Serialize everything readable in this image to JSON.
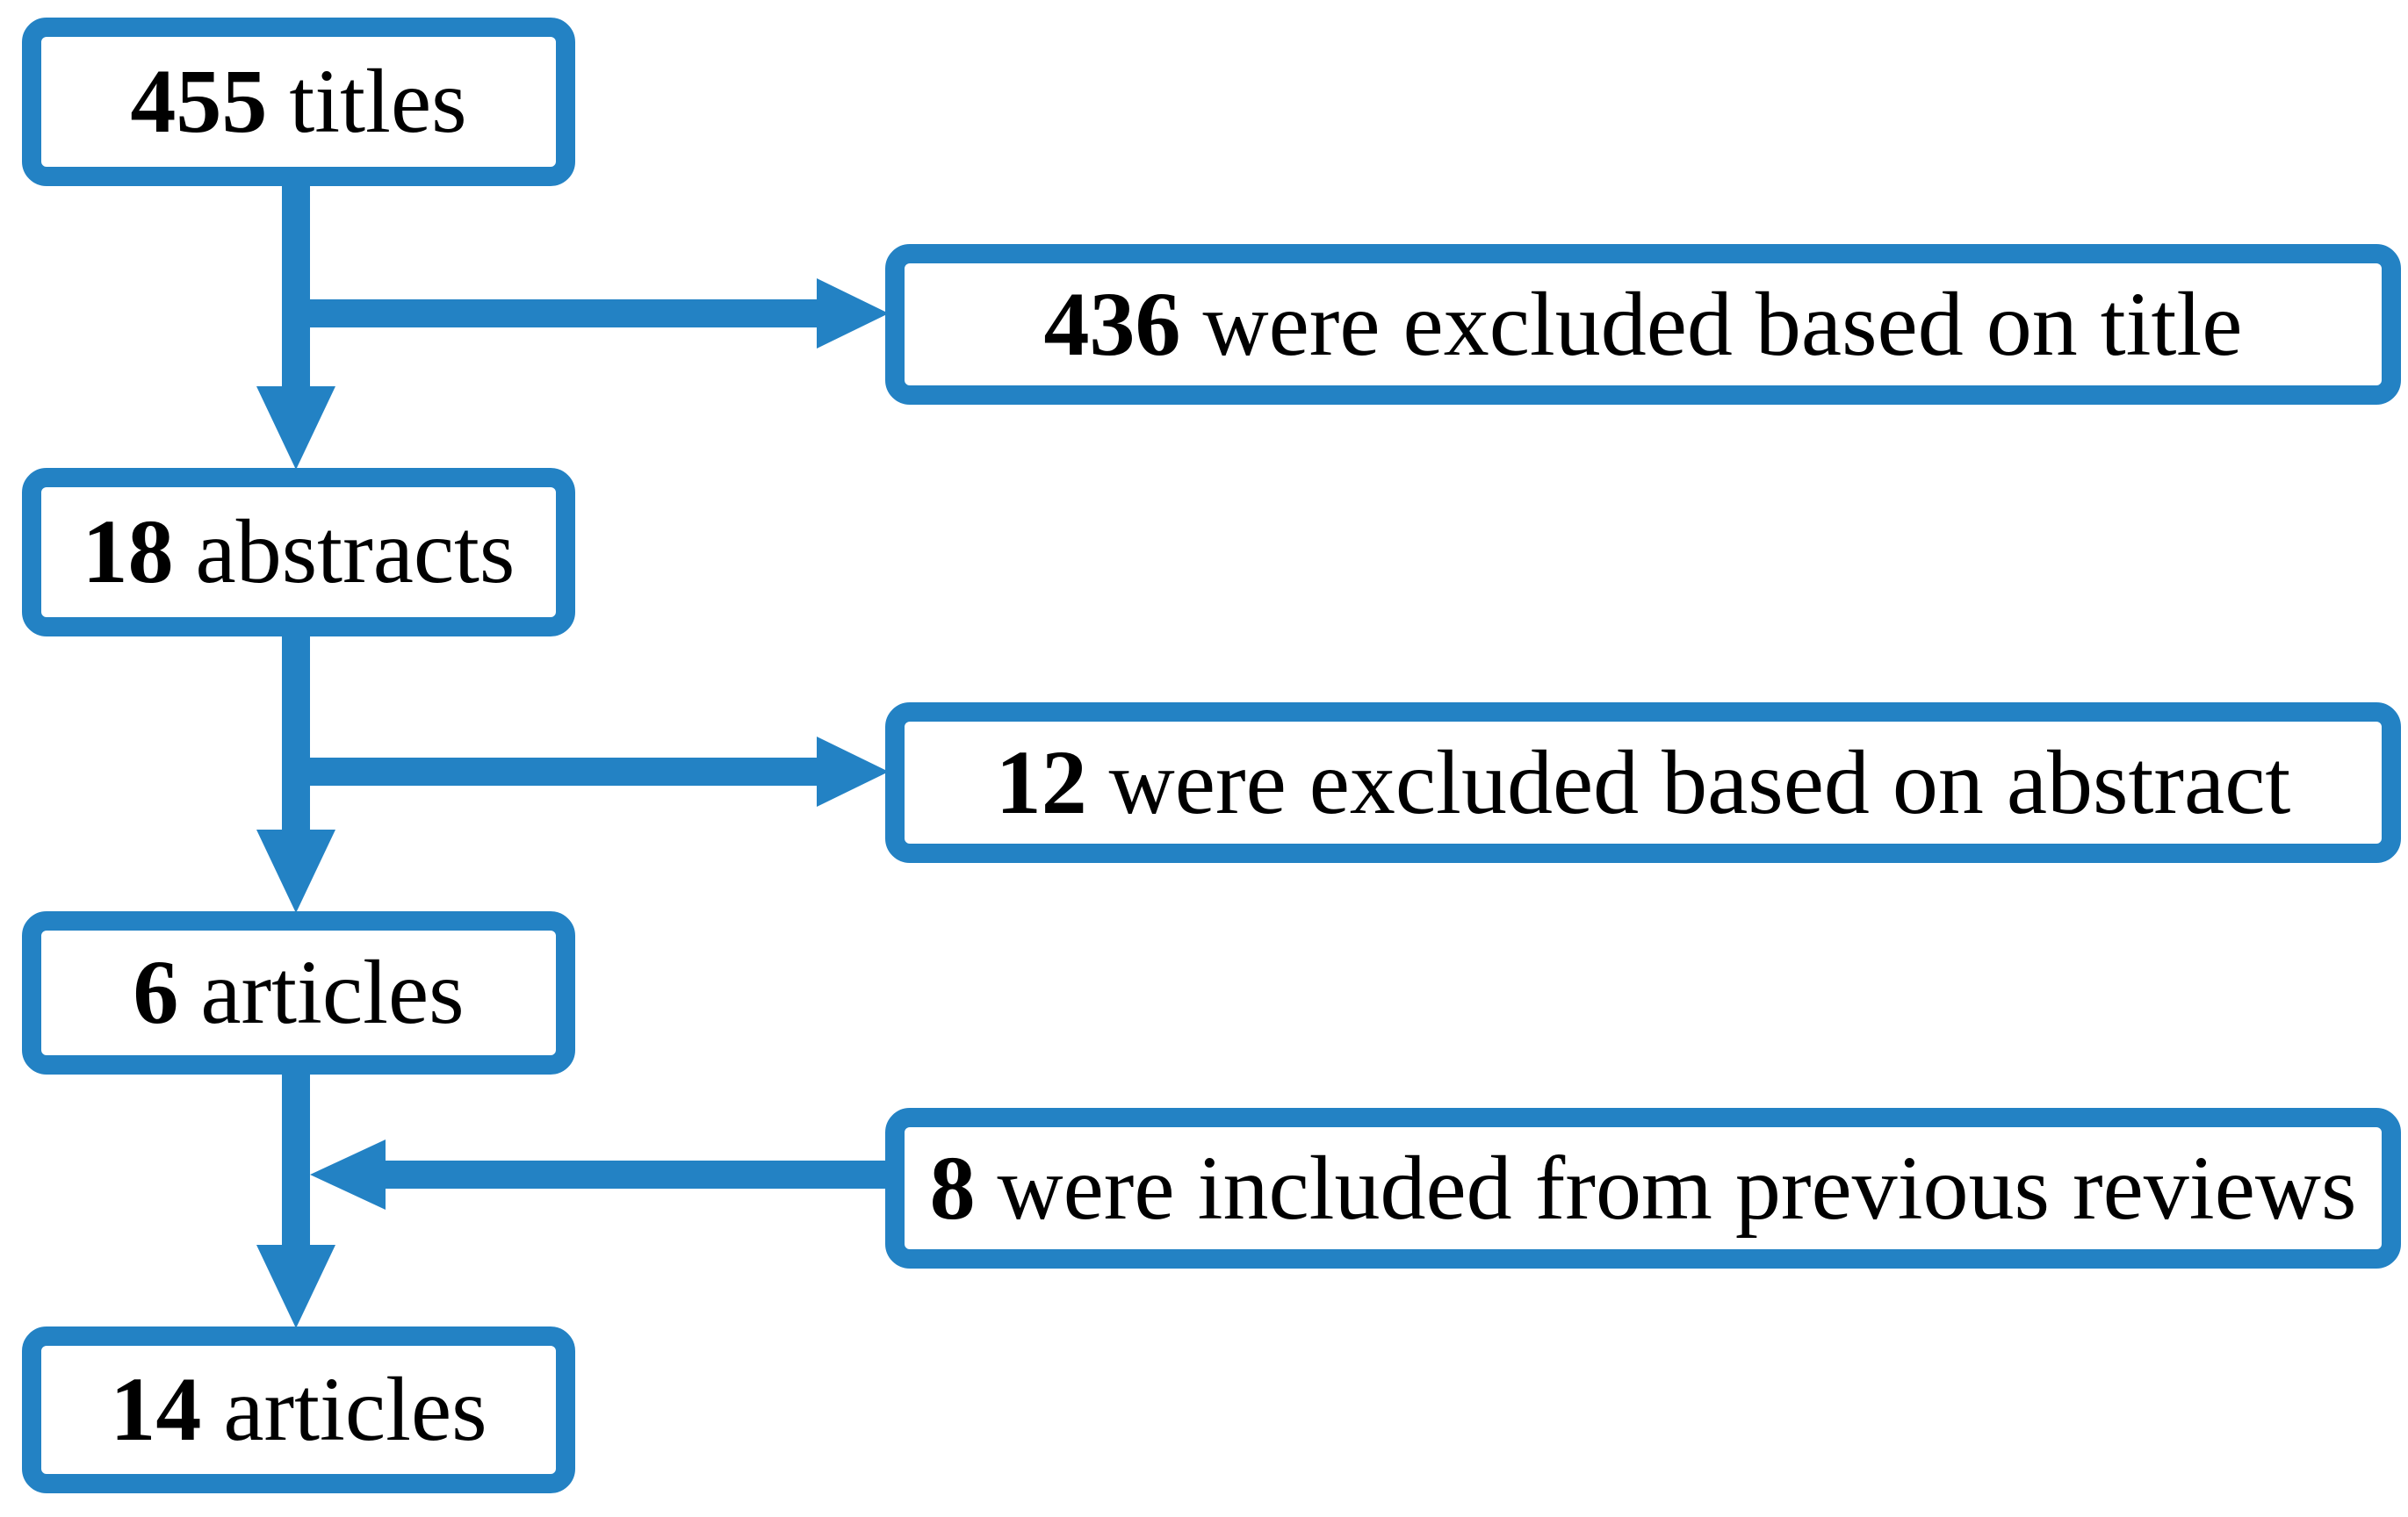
{
  "colors": {
    "accent": "#2382c4",
    "text": "#000000",
    "box_background": "#ffffff",
    "page_background": "#ffffff"
  },
  "diagram_type": "flowchart",
  "nodes": {
    "titles": {
      "count": "455",
      "label": "titles"
    },
    "excluded_title": {
      "count": "436",
      "label": "were excluded based on title"
    },
    "abstracts": {
      "count": "18",
      "label": "abstracts"
    },
    "excluded_abstract": {
      "count": "12",
      "label": "were excluded based on abstract"
    },
    "articles": {
      "count": "6",
      "label": "articles"
    },
    "included_previous": {
      "count": "8",
      "label": "were included from previous reviews"
    },
    "final_articles": {
      "count": "14",
      "label": "articles"
    }
  },
  "edges": [
    {
      "from": "titles",
      "to": "abstracts",
      "direction": "down"
    },
    {
      "from": "titles",
      "to": "excluded_title",
      "direction": "right"
    },
    {
      "from": "abstracts",
      "to": "articles",
      "direction": "down"
    },
    {
      "from": "abstracts",
      "to": "excluded_abstract",
      "direction": "right"
    },
    {
      "from": "articles",
      "to": "final_articles",
      "direction": "down"
    },
    {
      "from": "included_previous",
      "to": "final_articles",
      "direction": "left"
    }
  ]
}
